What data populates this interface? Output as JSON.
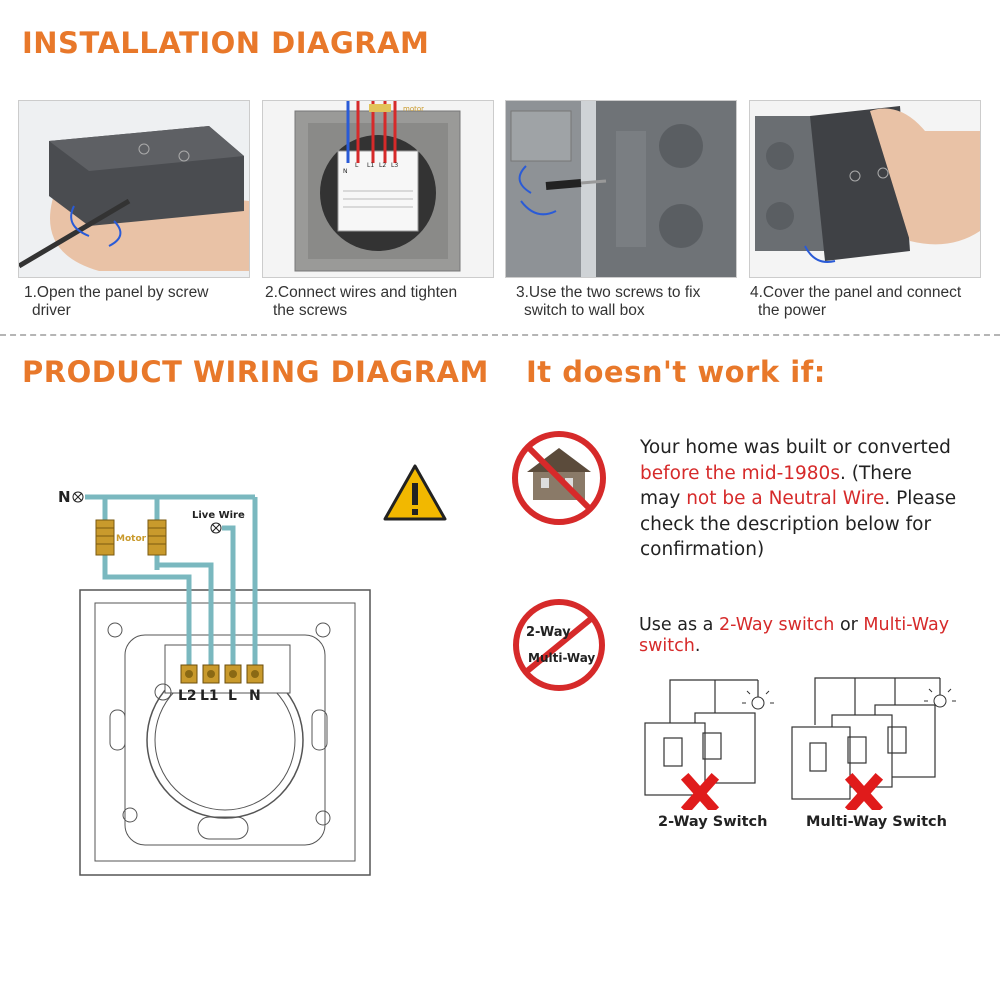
{
  "installation": {
    "title": "INSTALLATION DIAGRAM",
    "steps": [
      {
        "line1": "1.Open the panel by screw",
        "line2": "driver"
      },
      {
        "line1": "2.Connect wires and tighten",
        "line2": "the screws"
      },
      {
        "line1": "3.Use the two screws to fix",
        "line2": "switch to wall box"
      },
      {
        "line1": "4.Cover the panel and connect",
        "line2": "the power"
      }
    ],
    "step2_wire_label": "motor",
    "step2_terminals": [
      "N",
      "L",
      "L1",
      "L2",
      "L3"
    ]
  },
  "wiring": {
    "title": "PRODUCT WIRING DIAGRAM",
    "neutral_label": "N",
    "motor_label": "Motor",
    "live_wire_label": "Live Wire",
    "terminals": [
      "L2",
      "L1",
      "L",
      "N"
    ]
  },
  "not_work": {
    "title": "It doesn't work if:",
    "p1": {
      "t1": "Your home was built or converted",
      "t2_red": "before the mid-1980s",
      "t3": ". (There",
      "t4": "may ",
      "t5_red": "not be a Neutral Wire",
      "t6": ". Please",
      "t7": "check the description below for",
      "t8": "confirmation)"
    },
    "p2": {
      "t1": "Use as a ",
      "t2_red": "2-Way switch",
      "t3": " or ",
      "t4_red": "Multi-Way",
      "t5_red": "switch",
      "t6": "."
    },
    "icon_text_1": "2-Way",
    "icon_text_2": "Multi-Way",
    "two_way_label": "2-Way Switch",
    "multi_way_label": "Multi-Way Switch"
  },
  "colors": {
    "heading": "#e8782a",
    "warning_red": "#d62a2a",
    "wire_teal": "#7ab8bf",
    "terminal_gold": "#c99a2c"
  }
}
